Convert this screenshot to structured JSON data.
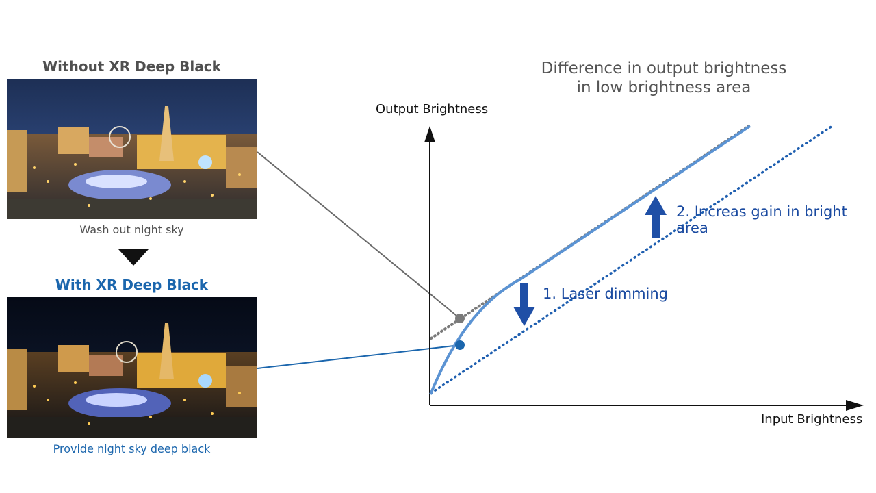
{
  "left_panel": {
    "without_heading": "Without XR Deep Black",
    "without_caption": "Wash out night sky",
    "with_heading": "With XR Deep Black",
    "with_caption": "Provide night sky deep black"
  },
  "chart": {
    "title_line1": "Difference in output brightness",
    "title_line2": "in low brightness area",
    "y_axis_label": "Output Brightness",
    "x_axis_label": "Input Brightness",
    "annotation_1": "1. Laser dimming",
    "annotation_2": "2. Increas gain in bright area"
  },
  "colors": {
    "blue_accent": "#1b66ad",
    "curve_blue": "#5b93d3",
    "arrow_blue": "#1f4fa6",
    "gray_text": "#4f4f4f",
    "dotted_gray": "#777777"
  }
}
